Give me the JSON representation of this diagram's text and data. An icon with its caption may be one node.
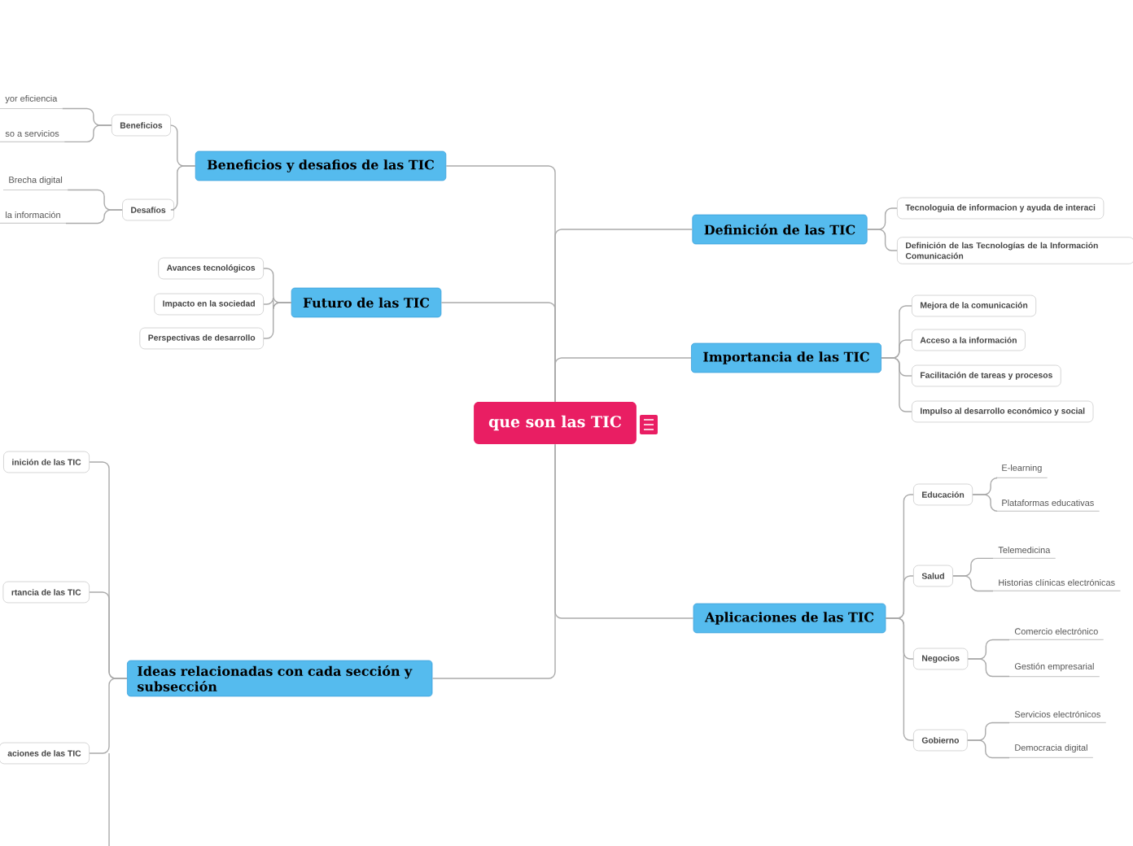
{
  "diagram": {
    "nodes": [
      {
        "text": [
          "que son las TIC"
        ]
      },
      {
        "text": [
          "Definición de las TIC"
        ]
      },
      {
        "text": [
          "Tecnologuia de informacion y ayuda de interaci"
        ]
      },
      {
        "text": [
          "Definición de las Tecnologías de la Información Comunicación"
        ]
      },
      {
        "text": [
          "Importancia de las TIC"
        ]
      },
      {
        "text": [
          "Mejora de la comunicación"
        ]
      },
      {
        "text": [
          "Acceso a la información"
        ]
      },
      {
        "text": [
          "Facilitación de tareas y procesos"
        ]
      },
      {
        "text": [
          "Impulso al desarrollo económico y social"
        ]
      },
      {
        "text": [
          "Aplicaciones de las TIC"
        ]
      },
      {
        "text": [
          "Educación"
        ]
      },
      {
        "text": [
          "E-learning"
        ]
      },
      {
        "text": [
          "Plataformas educativas"
        ]
      },
      {
        "text": [
          "Salud"
        ]
      },
      {
        "text": [
          "Telemedicina"
        ]
      },
      {
        "text": [
          "Historias clínicas electrónicas"
        ]
      },
      {
        "text": [
          "Negocios"
        ]
      },
      {
        "text": [
          "Comercio electrónico"
        ]
      },
      {
        "text": [
          "Gestión empresarial"
        ]
      },
      {
        "text": [
          "Gobierno"
        ]
      },
      {
        "text": [
          "Servicios electrónicos"
        ]
      },
      {
        "text": [
          "Democracia digital"
        ]
      },
      {
        "text": [
          "Beneficios y desafios de las TIC"
        ]
      },
      {
        "text": [
          "Beneficios"
        ]
      },
      {
        "text": [
          "yor eficiencia"
        ]
      },
      {
        "text": [
          "so a servicios"
        ]
      },
      {
        "text": [
          "Desafíos"
        ]
      },
      {
        "text": [
          "Brecha digital"
        ]
      },
      {
        "text": [
          "la información"
        ]
      },
      {
        "text": [
          "Futuro de las TIC"
        ]
      },
      {
        "text": [
          "Avances tecnológicos"
        ]
      },
      {
        "text": [
          "Impacto en la sociedad"
        ]
      },
      {
        "text": [
          "Perspectivas de desarrollo"
        ]
      },
      {
        "text": [
          "Ideas relacionadas con cada sección y subsección"
        ]
      },
      {
        "text": [
          "inición de las TIC"
        ]
      },
      {
        "text": [
          "rtancia de las TIC"
        ]
      },
      {
        "text": [
          "aciones de las TIC"
        ]
      }
    ],
    "edges": [
      {
        "from": 0,
        "to": 1,
        "arrow": "none"
      },
      {
        "from": 0,
        "to": 4,
        "arrow": "none"
      },
      {
        "from": 0,
        "to": 9,
        "arrow": "none"
      },
      {
        "from": 0,
        "to": 22,
        "arrow": "none"
      },
      {
        "from": 0,
        "to": 29,
        "arrow": "none"
      },
      {
        "from": 0,
        "to": 33,
        "arrow": "none"
      },
      {
        "from": 1,
        "to": 2,
        "arrow": "none"
      },
      {
        "from": 1,
        "to": 3,
        "arrow": "none"
      },
      {
        "from": 4,
        "to": 5,
        "arrow": "none"
      },
      {
        "from": 4,
        "to": 6,
        "arrow": "none"
      },
      {
        "from": 4,
        "to": 7,
        "arrow": "none"
      },
      {
        "from": 4,
        "to": 8,
        "arrow": "none"
      },
      {
        "from": 9,
        "to": 10,
        "arrow": "none"
      },
      {
        "from": 9,
        "to": 13,
        "arrow": "none"
      },
      {
        "from": 9,
        "to": 16,
        "arrow": "none"
      },
      {
        "from": 9,
        "to": 19,
        "arrow": "none"
      },
      {
        "from": 10,
        "to": 11,
        "arrow": "none"
      },
      {
        "from": 10,
        "to": 12,
        "arrow": "none"
      },
      {
        "from": 13,
        "to": 14,
        "arrow": "none"
      },
      {
        "from": 13,
        "to": 15,
        "arrow": "none"
      },
      {
        "from": 16,
        "to": 17,
        "arrow": "none"
      },
      {
        "from": 16,
        "to": 18,
        "arrow": "none"
      },
      {
        "from": 19,
        "to": 20,
        "arrow": "none"
      },
      {
        "from": 19,
        "to": 21,
        "arrow": "none"
      },
      {
        "from": 22,
        "to": 23,
        "arrow": "none"
      },
      {
        "from": 22,
        "to": 26,
        "arrow": "none"
      },
      {
        "from": 23,
        "to": 24,
        "arrow": "none"
      },
      {
        "from": 23,
        "to": 25,
        "arrow": "none"
      },
      {
        "from": 26,
        "to": 27,
        "arrow": "none"
      },
      {
        "from": 26,
        "to": 28,
        "arrow": "none"
      },
      {
        "from": 29,
        "to": 30,
        "arrow": "none"
      },
      {
        "from": 29,
        "to": 31,
        "arrow": "none"
      },
      {
        "from": 29,
        "to": 32,
        "arrow": "none"
      },
      {
        "from": 33,
        "to": 34,
        "arrow": "none"
      },
      {
        "from": 33,
        "to": 35,
        "arrow": "none"
      },
      {
        "from": 33,
        "to": 36,
        "arrow": "none"
      }
    ]
  }
}
